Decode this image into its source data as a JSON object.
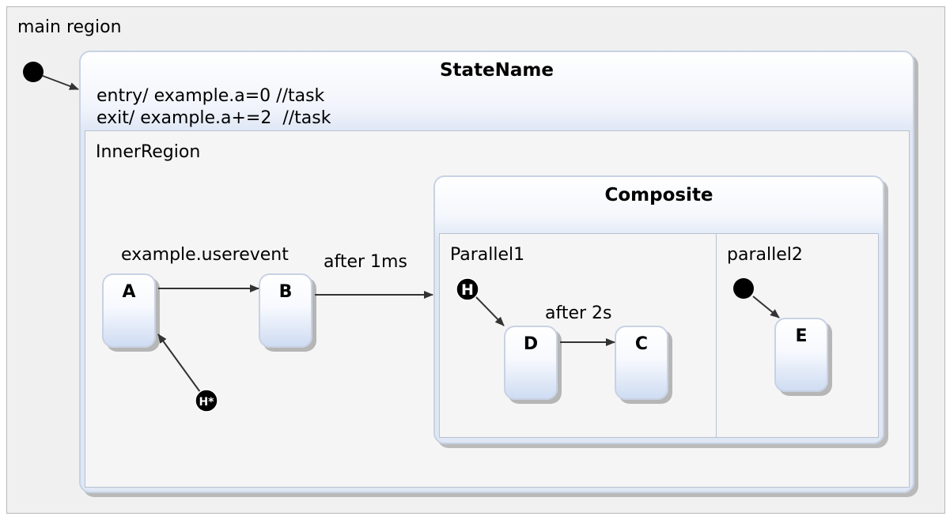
{
  "main_region": {
    "label": "main region"
  },
  "state_name": {
    "title": "StateName",
    "entry": "entry/ example.a=0 //task",
    "exit": "exit/ example.a+=2  //task"
  },
  "inner_region": {
    "label": "InnerRegion"
  },
  "composite": {
    "title": "Composite"
  },
  "parallel1": {
    "label": "Parallel1"
  },
  "parallel2": {
    "label": "parallel2"
  },
  "states": {
    "a": "A",
    "b": "B",
    "c": "C",
    "d": "D",
    "e": "E"
  },
  "transitions": {
    "a_to_b": "example.userevent",
    "b_to_composite": "after 1ms",
    "d_to_c": "after 2s"
  },
  "pseudostates": {
    "shallow_history": "H",
    "deep_history": "H*"
  }
}
